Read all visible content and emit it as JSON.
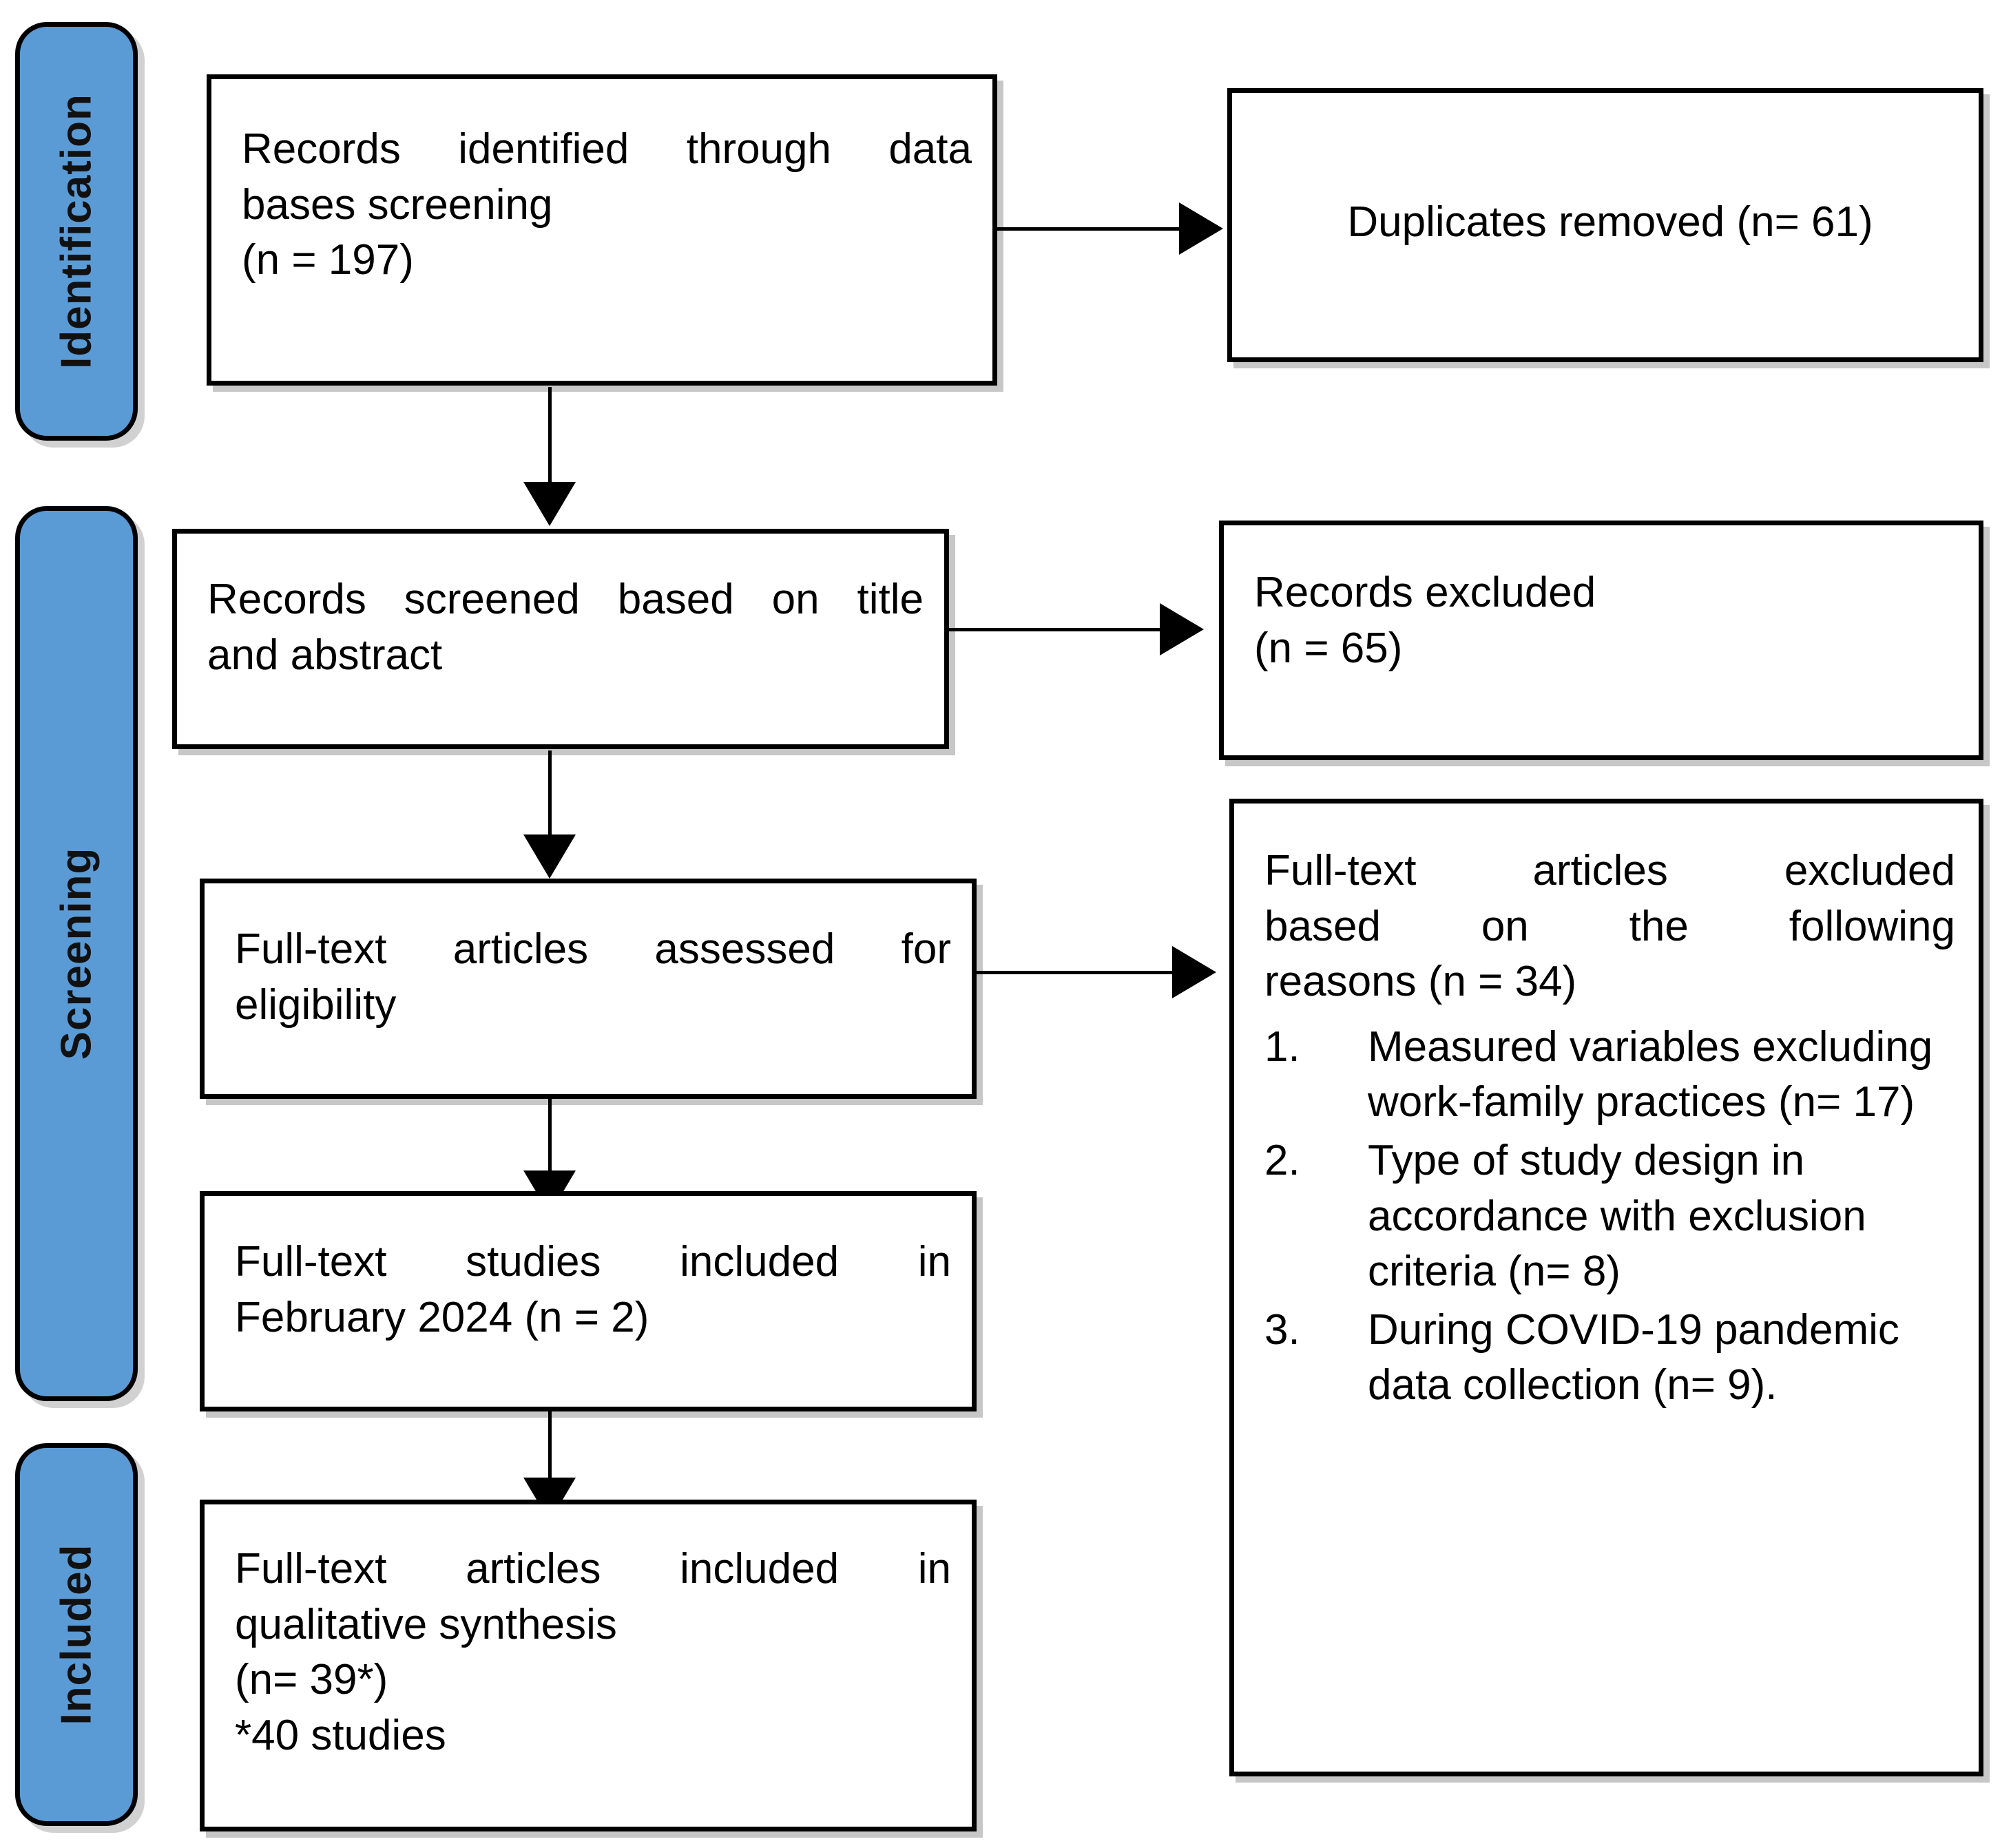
{
  "diagram": {
    "title": "PRISMA flow diagram",
    "accent_color": "#5B9BD5",
    "line_color": "#000000",
    "box_background": "#FFFFFF"
  },
  "stages": [
    {
      "id": "identification",
      "label": "Identification"
    },
    {
      "id": "screening",
      "label": "Screening"
    },
    {
      "id": "included",
      "label": "Included"
    }
  ],
  "boxes": {
    "identified": {
      "line1": "Records identified through data",
      "line2": "bases screening",
      "line3": "(n = 197)"
    },
    "duplicates": {
      "line1": "Duplicates removed (n= 61)"
    },
    "screened": {
      "line1": "Records screened based on title",
      "line2": "and abstract"
    },
    "records_excluded": {
      "line1": "Records excluded",
      "line2": "(n = 65)"
    },
    "assessed": {
      "line1": "Full-text articles assessed for",
      "line2": "eligibility"
    },
    "fulltext_excluded": {
      "line1": "Full-text articles excluded",
      "line2": "based on the following",
      "line3": "reasons (n = 34)",
      "reasons": [
        {
          "num": "1.",
          "text": "Measured variables excluding work-family practices (n= 17)"
        },
        {
          "num": "2.",
          "text": "Type of study design in accordance with exclusion criteria (n= 8)"
        },
        {
          "num": "3.",
          "text": "During COVID-19 pandemic data collection (n= 9)."
        }
      ]
    },
    "studies_included": {
      "line1": "Full-text studies included in",
      "line2": "February 2024 (n = 2)"
    },
    "qualitative": {
      "line1": "Full-text articles included in",
      "line2": "qualitative synthesis",
      "line3": "(n= 39*)",
      "line4": "*40 studies"
    }
  },
  "connectors": [
    {
      "id": "identified-to-duplicates",
      "kind": "arrow-right"
    },
    {
      "id": "identified-to-screened",
      "kind": "arrow-down"
    },
    {
      "id": "screened-to-excluded",
      "kind": "arrow-right"
    },
    {
      "id": "screened-to-assessed",
      "kind": "arrow-down"
    },
    {
      "id": "assessed-to-ft-excluded",
      "kind": "arrow-right"
    },
    {
      "id": "assessed-to-studies",
      "kind": "arrow-down"
    },
    {
      "id": "studies-to-qualitative",
      "kind": "arrow-down"
    }
  ]
}
